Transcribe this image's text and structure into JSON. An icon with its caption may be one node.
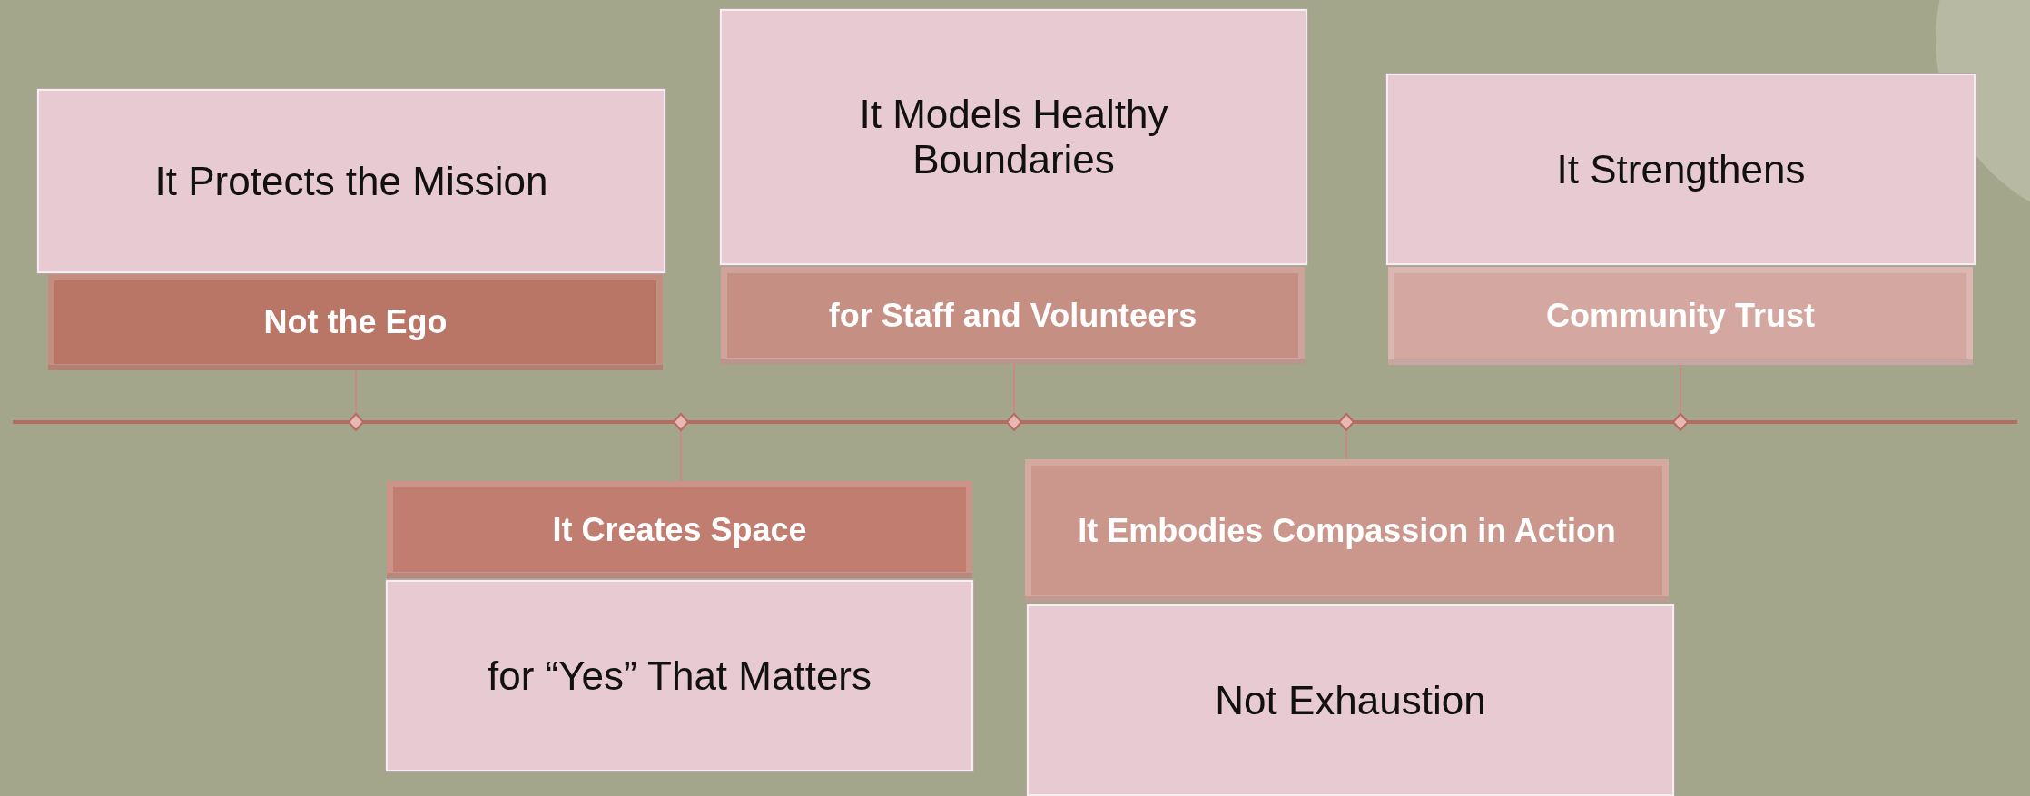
{
  "diagram": {
    "nodes": [
      {
        "text": [
          "It Protects the Mission"
        ]
      },
      {
        "text": [
          "Not the Ego"
        ]
      },
      {
        "text": [],
        "shape": "diamond"
      },
      {
        "text": [
          "It Creates Space"
        ]
      },
      {
        "text": [
          "for “Yes” That Matters"
        ]
      },
      {
        "text": [],
        "shape": "diamond"
      },
      {
        "text": [
          "It Models Healthy Boundaries"
        ]
      },
      {
        "text": [
          "for Staff and Volunteers"
        ]
      },
      {
        "text": [],
        "shape": "diamond"
      },
      {
        "text": [
          "It Embodies Compassion in Action"
        ]
      },
      {
        "text": [
          "Not Exhaustion"
        ]
      },
      {
        "text": [],
        "shape": "diamond"
      },
      {
        "text": [
          "It Strengthens"
        ]
      },
      {
        "text": [
          "Community Trust"
        ]
      },
      {
        "text": [],
        "shape": "diamond"
      }
    ],
    "edges": [
      {
        "from": 1,
        "to": 2,
        "arrow": "none"
      },
      {
        "from": 3,
        "to": 5,
        "arrow": "none"
      },
      {
        "from": 7,
        "to": 8,
        "arrow": "none"
      },
      {
        "from": 9,
        "to": 11,
        "arrow": "none"
      },
      {
        "from": 13,
        "to": 14,
        "arrow": "none"
      }
    ]
  }
}
